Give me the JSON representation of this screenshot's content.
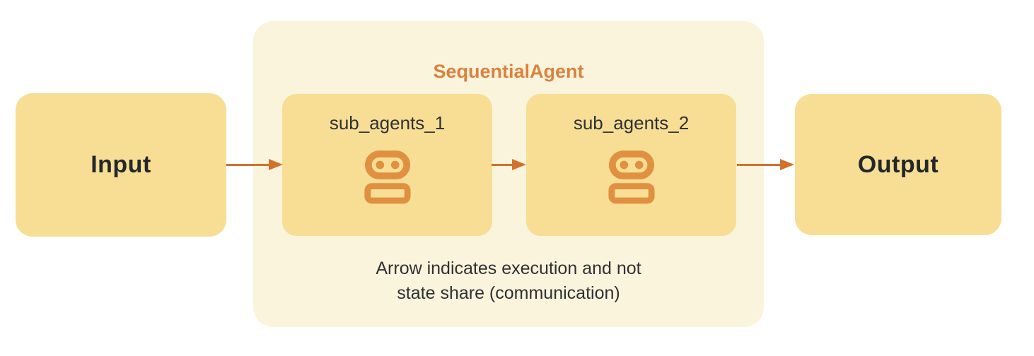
{
  "diagram": {
    "title": "SequentialAgent",
    "input_label": "Input",
    "output_label": "Output",
    "sub_agents": [
      {
        "label": "sub_agents_1",
        "icon": "robot-icon"
      },
      {
        "label": "sub_agents_2",
        "icon": "robot-icon"
      }
    ],
    "note_line1": "Arrow indicates execution and not",
    "note_line2": "state share (communication)",
    "arrows": [
      {
        "from": "input",
        "to": "sub_agents_1"
      },
      {
        "from": "sub_agents_1",
        "to": "sub_agents_2"
      },
      {
        "from": "sub_agents_2",
        "to": "output"
      }
    ],
    "colors": {
      "node_fill": "#F7DE94",
      "container_fill": "#FBF4DC",
      "title_orange": "#D9823F",
      "arrow_orange": "#D1722C",
      "robot_icon_orange": "#DF9040",
      "bold_text": "#24272B",
      "label_text": "#2E3236"
    }
  }
}
